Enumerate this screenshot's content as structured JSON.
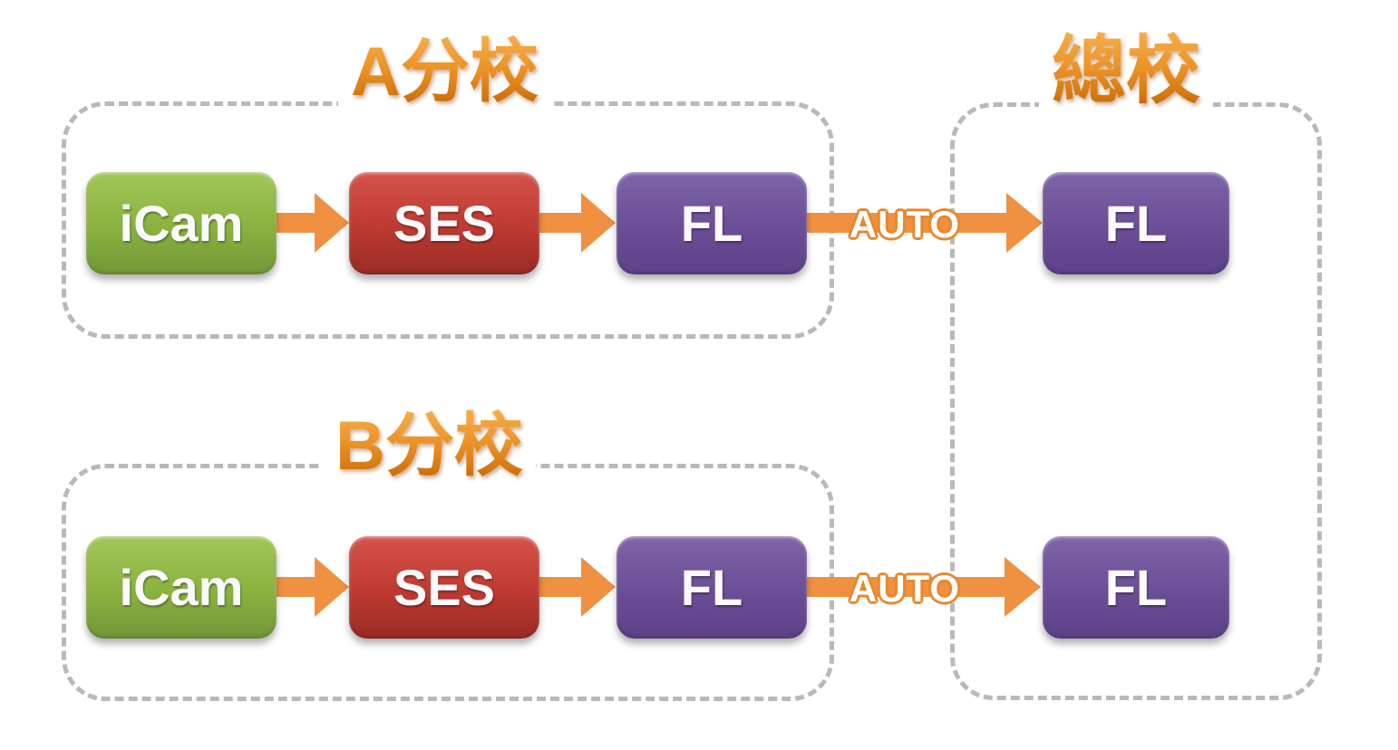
{
  "groups": {
    "branch_a": {
      "title": "A分校",
      "nodes": {
        "icam": "iCam",
        "ses": "SES",
        "fl": "FL"
      }
    },
    "branch_b": {
      "title": "B分校",
      "nodes": {
        "icam": "iCam",
        "ses": "SES",
        "fl": "FL"
      }
    },
    "headquarters": {
      "title": "總校",
      "nodes": {
        "fl_a": "FL",
        "fl_b": "FL"
      }
    }
  },
  "connections": {
    "a_fl_to_hq": {
      "label": "AUTO"
    },
    "b_fl_to_hq": {
      "label": "AUTO"
    }
  },
  "colors": {
    "icam_green": "#8ab23f",
    "ses_red": "#bd3a31",
    "fl_purple": "#6a4c95",
    "arrow_orange": "#ef9140",
    "auto_text_fill": "#ffffff",
    "auto_text_outline": "#e8872d",
    "group_border_gray": "#b9b9b9",
    "title_orange": "#e0831a",
    "node_text": "#ffffff",
    "background": "#ffffff"
  }
}
